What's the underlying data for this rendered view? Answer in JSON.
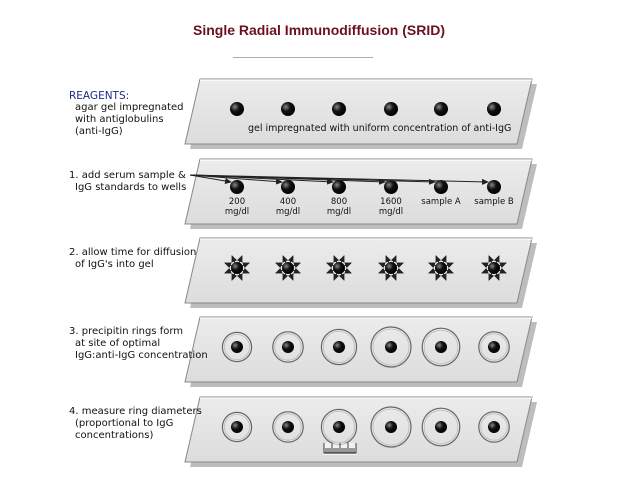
{
  "title": "Single Radial Immunodiffusion (SRID)",
  "steps": [
    {
      "lines": [
        "REAGENTS:",
        "agar gel impregnated",
        "with antiglobulins",
        "(anti-IgG)"
      ]
    },
    {
      "lines": [
        "1. add serum sample &",
        "IgG standards to wells"
      ]
    },
    {
      "lines": [
        "2. allow time for diffusion",
        "of IgG's into gel"
      ]
    },
    {
      "lines": [
        "3. precipitin rings form",
        "at site of optimal",
        "IgG:anti-IgG concentration"
      ]
    },
    {
      "lines": [
        "4. measure ring diameters",
        "(proportional to IgG",
        "concentrations)"
      ]
    }
  ],
  "slide_caption": "gel impregnated with uniform concentration of anti-IgG",
  "wells": [
    {
      "label": [
        "200",
        "mg/dl"
      ],
      "ring": 0.55
    },
    {
      "label": [
        "400",
        "mg/dl"
      ],
      "ring": 0.6
    },
    {
      "label": [
        "800",
        "mg/dl"
      ],
      "ring": 0.8
    },
    {
      "label": [
        "1600",
        "mg/dl"
      ],
      "ring": 1.0
    },
    {
      "label": [
        "sample A"
      ],
      "ring": 0.9
    },
    {
      "label": [
        "sample B"
      ],
      "ring": 0.6
    }
  ],
  "colors": {
    "slide": "#dcdcdc",
    "slide_edge": "#888888",
    "well": "#111111",
    "heading": "#1e2b8a",
    "title": "#6b1020"
  },
  "icons": {
    "measure": "ruler-icon",
    "diffusion": "diffusion-star-icon"
  }
}
